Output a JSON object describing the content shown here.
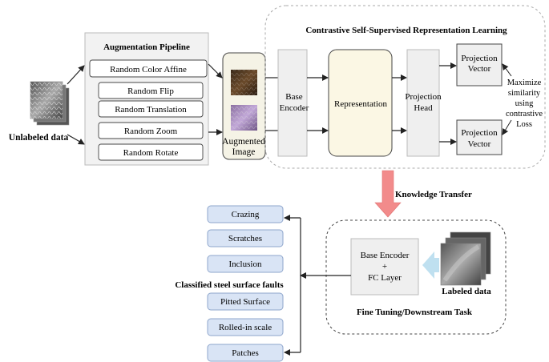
{
  "augmentation": {
    "title": "Augmentation Pipeline",
    "steps": [
      "Random Color Affine",
      "Random Flip",
      "Random Translation",
      "Random Zoom",
      "Random Rotate"
    ]
  },
  "unlabeled_label": "Unlabeled data",
  "augmented_label": [
    "Augmented",
    "Image"
  ],
  "contrastive": {
    "title": "Contrastive Self-Supervised Representation Learning",
    "base_encoder": [
      "Base",
      "Encoder"
    ],
    "representation": "Representation",
    "projection_head": [
      "Projection",
      "Head"
    ],
    "projection_vector": [
      "Projection",
      "Vector"
    ],
    "loss_note": [
      "Maximize",
      "similarity",
      "using",
      "contrastive",
      "Loss"
    ]
  },
  "knowledge_transfer": "Knowledge Transfer",
  "finetune": {
    "box": [
      "Base Encoder",
      "+",
      "FC Layer"
    ],
    "labeled_label": "Labeled data",
    "title": "Fine Tuning/Downstream Task"
  },
  "classified_title": "Classified steel surface faults",
  "classes": [
    "Crazing",
    "Scratches",
    "Inclusion",
    "Pitted Surface",
    "Rolled-in scale",
    "Patches"
  ],
  "colors": {
    "pipeline_bg": "#f2f2f2",
    "encoder_bg": "#efefef",
    "representation_bg": "#fbf7e4",
    "class_bg": "#d9e4f5",
    "class_border": "#8ea6cc",
    "transfer_arrow": "#f28b8b",
    "labeled_arrow": "#bfe0f0"
  }
}
